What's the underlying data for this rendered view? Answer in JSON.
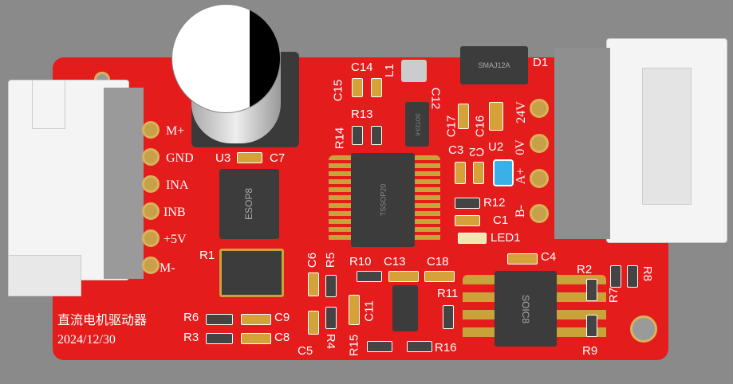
{
  "board": {
    "title": "直流电机驱动器",
    "date": "2024/12/30",
    "color": "#e51c1c"
  },
  "left_connector_pins": [
    "M+",
    "GND",
    "INA",
    "INB",
    "+5V",
    "M-"
  ],
  "right_connector_pins": [
    "24V",
    "0V",
    "A+",
    "B-"
  ],
  "chip_markings": {
    "diode": "SMAJ12A",
    "main_ic": "TSSOP20",
    "ic_sot": "SOT23-6",
    "ic_soic": "SOIC8",
    "esop": "ESOP8"
  },
  "designators": [
    "C14",
    "L1",
    "C15",
    "C12",
    "R13",
    "R14",
    "C17",
    "C16",
    "D1",
    "C3",
    "C2",
    "U2",
    "R12",
    "C1",
    "LED1",
    "U3",
    "C7",
    "R1",
    "C6",
    "R5",
    "R10",
    "C13",
    "C18",
    "C4",
    "R2",
    "R7",
    "R8",
    "R11",
    "C11",
    "R15",
    "R16",
    "R9",
    "C5",
    "R4",
    "R6",
    "C9",
    "R3",
    "C8"
  ]
}
